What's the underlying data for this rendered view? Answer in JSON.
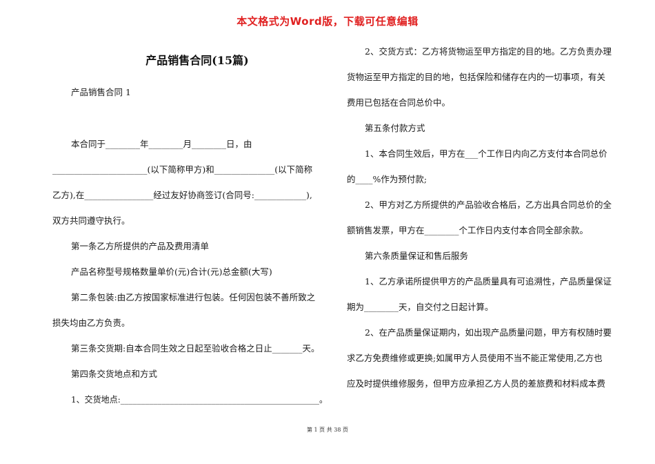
{
  "banner": "本文格式为Word版，下载可任意编辑",
  "title": "产品销售合同(15篇)",
  "left": {
    "l1": "产品销售合同 1",
    "l2": "本合同于________年________月________日，由",
    "l3": "______________________(以下简称甲方)和______________(以下简称",
    "l4": "乙方),在________________经过友好协商签订(合同号:____________),",
    "l5": "双方共同遵守执行。",
    "l6": "第一条乙方所提供的产品及费用清单",
    "l7": "产品名称型号规格数量单价(元)合计(元)总金额(大写)",
    "l8": "第二条包装:由乙方按国家标准进行包装。任何因包装不善所致之",
    "l9": "损失均由乙方负责。",
    "l10": "第三条交货期:自本合同生效之日起至验收合格之日止_______天。",
    "l11": "第四条交货地点和方式",
    "l12": "1、交货地点:________________________________________________。"
  },
  "right": {
    "r1": "2、交货方式：乙方将货物运至甲方指定的目的地。乙方负责办理",
    "r2": "货物运至甲方指定的目的地，包括保险和储存在内的一切事项，有关",
    "r3": "费用已包括在合同总价中。",
    "r4": "第五条付款方式",
    "r5": "1、本合同生效后，甲方在___个工作日内向乙方支付本合同总价",
    "r6": "的____%作为预付款;",
    "r7": "2、甲方对乙方所提供的产品验收合格后，乙方出具合同总价的全",
    "r8": "额销售发票，甲方在________个工作日内支付本合同全部余款。",
    "r9": "第六条质量保证和售后服务",
    "r10": "1、乙方承诺所提供甲方的产品质量具有可追溯性，产品质量保证",
    "r11": "期为________天，自交付之日起计算。",
    "r12": "2、在产品质量保证期内，如出现产品质量问题，甲方有权随时要",
    "r13": "求乙方免费维修或更换;如属甲方人员使用不当不能正常使用,乙方也",
    "r14": "应及时提供维修服务，但甲方应承担乙方人员的差旅费和材料成本费"
  },
  "footer": "第 1 页 共 38 页"
}
